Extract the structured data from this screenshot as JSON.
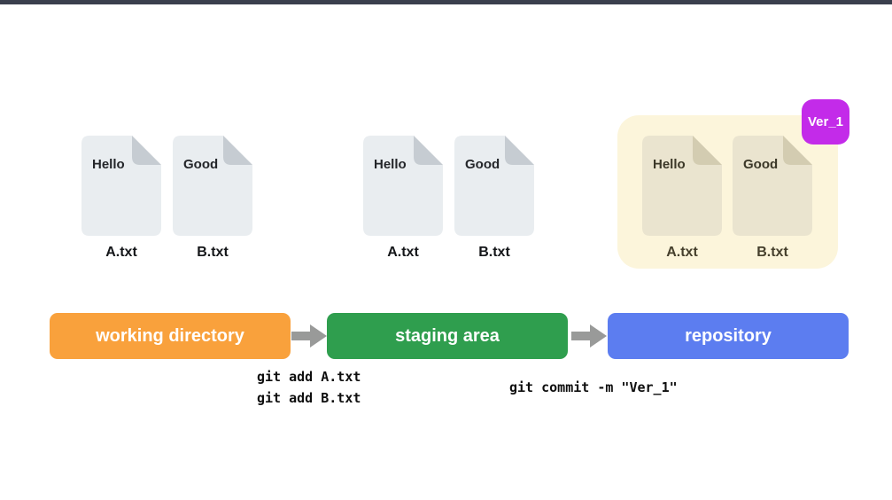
{
  "stages": [
    {
      "label": "working directory",
      "color": "#f9a13c"
    },
    {
      "label": "staging area",
      "color": "#2f9e4e"
    },
    {
      "label": "repository",
      "color": "#5c7df0"
    }
  ],
  "groups": [
    {
      "area": "working directory",
      "files": [
        {
          "content": "Hello",
          "name": "A.txt"
        },
        {
          "content": "Good",
          "name": "B.txt"
        }
      ]
    },
    {
      "area": "staging area",
      "files": [
        {
          "content": "Hello",
          "name": "A.txt"
        },
        {
          "content": "Good",
          "name": "B.txt"
        }
      ]
    },
    {
      "area": "repository",
      "badge": "Ver_1",
      "files": [
        {
          "content": "Hello",
          "name": "A.txt"
        },
        {
          "content": "Good",
          "name": "B.txt"
        }
      ]
    }
  ],
  "commands": [
    "git add A.txt",
    "git add B.txt",
    "git commit -m \"Ver_1\""
  ],
  "colors": {
    "top_bar": "#3a3f4d",
    "arrow": "#999a99",
    "repo_container": "#fcf5db",
    "version_badge": "#c32be9",
    "file_gray_page": "#e9edf0",
    "file_gray_fold": "#c6ccd2",
    "file_tan_page": "#eae4cf",
    "file_tan_fold": "#d3ccb1"
  }
}
